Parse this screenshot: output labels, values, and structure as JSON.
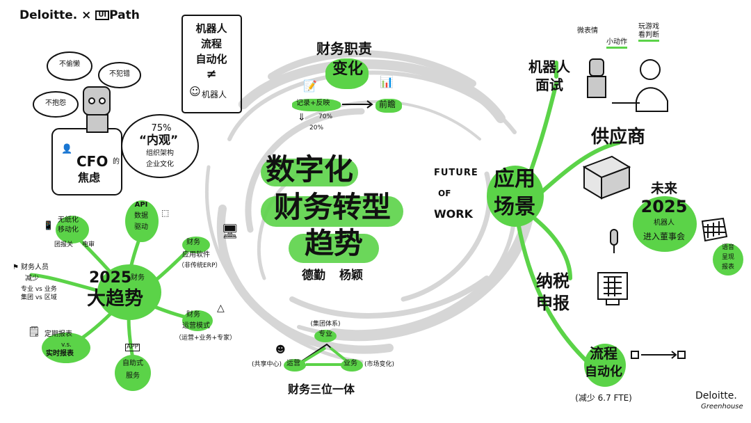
{
  "header": {
    "brand_left": "Deloitte.",
    "brand_x": "×",
    "brand_right": "Path",
    "brand_right_glyph": "UI"
  },
  "footer": {
    "brand": "Deloitte.",
    "sub": "Greenhouse"
  },
  "center": {
    "title_line1": "数字化",
    "title_line2": "财务转型",
    "title_line3": "趋势",
    "author": "德勤 杨颖"
  },
  "top_center": {
    "title_line1": "财务职责",
    "title_line2": "变化",
    "left_label": "记录+反映",
    "arrow": "⟶",
    "right_label": "前瞻",
    "pct1": "70%",
    "pct2": "20%",
    "down_arrow": "⇓"
  },
  "top_left": {
    "bubble1": "不偷懒",
    "bubble2": "不犯错",
    "bubble3": "不抱怨",
    "rpa_box": [
      "机器人",
      "流程",
      "自动化"
    ],
    "rpa_neq": "≠",
    "rpa_robot": "机器人",
    "cfo": "CFO",
    "cfo_de": "的",
    "cfo_worry": "焦虑",
    "insight_pct": "75%",
    "insight_title": "“内观”",
    "insight_item1": "组织架构",
    "insight_item2": "企业文化"
  },
  "left_hub": {
    "hub_line1": "2025",
    "hub_line1_small": "财务",
    "hub_line2": "大趋势",
    "node_paperless_1": "无纸化",
    "node_paperless_2": "移动化",
    "node_paperless_sub1": "团报关",
    "node_paperless_sub2": "电审",
    "node_api_1": "API",
    "node_api_2": "数据",
    "node_api_3": "驱动",
    "node_software_1": "财务",
    "node_software_2": "应用软件",
    "node_software_3": "（非传统ERP）",
    "node_staff_1": "财务人员",
    "node_staff_2": "减少",
    "node_staff_3": "专业 vs 业务",
    "node_staff_4": "集团 vs 区域",
    "node_report_1": "定期报表",
    "node_report_2": "v.s.",
    "node_report_3": "实时报表",
    "node_self_1": "自助式",
    "node_self_2": "服务",
    "node_self_app": "APP",
    "node_ops_1": "财务",
    "node_ops_2": "运营模式",
    "node_ops_3": "（运营+业务+专家）"
  },
  "bottom_center": {
    "top_sub": "(集团体系)",
    "top": "专业",
    "left_sub": "(共享中心)",
    "left": "运营",
    "right": "业务",
    "right_sub": "(市场变化)",
    "caption": "财务三位一体"
  },
  "right_hub": {
    "future_1": "FUTURE",
    "future_2": "OF",
    "future_3": "WORK",
    "hub_line1": "应用",
    "hub_line2": "场景",
    "interview_1": "机器人",
    "interview_2": "面试",
    "interview_label_a": "微表情",
    "interview_label_b": "小动作",
    "interview_label_c1": "玩游戏",
    "interview_label_c2": "看判断",
    "supplier": "供应商",
    "board_1": "未来",
    "board_2": "2025",
    "board_3": "机器人",
    "board_4": "进入董事会",
    "voice_1": "语音",
    "voice_2": "呈现",
    "voice_3": "报表",
    "tax_1": "纳税",
    "tax_2": "申报",
    "process_1": "流程",
    "process_2": "自动化",
    "process_3": "(减少 6.7 FTE)"
  },
  "colors": {
    "accent_green": "#5bd348",
    "ink": "#111111",
    "swirl": "#d9d9d9"
  }
}
